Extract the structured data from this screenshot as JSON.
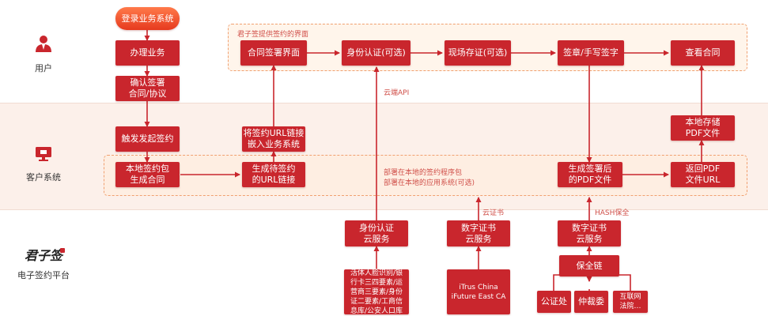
{
  "lanes": {
    "user": "用户",
    "client": "客户系统",
    "platform": "电子签约平台",
    "logo_text": "君子签"
  },
  "notes": {
    "user_group": "君子签提供签约的界面",
    "cloud_api": "云端API",
    "client_group_1": "部署在本地的签约程序包",
    "client_group_2": "部署在本地的应用系统(可选)",
    "cloud_cert": "云证书",
    "hash": "HASH保全"
  },
  "nodes": {
    "login": "登录业务系统",
    "handle": "办理业务",
    "confirm": "确认签署\n合同/协议",
    "trigger": "触发发起签约",
    "local_pkg": "本地签约包\n生成合同",
    "gen_url": "生成待签约\n的URL链接",
    "embed_url": "将签约URL链接\n嵌入业务系统",
    "contract_ui": "合同签署界面",
    "identity": "身份认证(可选)",
    "onsite": "现场存证(可选)",
    "sign": "签章/手写签字",
    "view": "查看合同",
    "signed_pdf": "生成签署后\n的PDF文件",
    "return_pdf": "返回PDF\n文件URL",
    "local_store": "本地存储\nPDF文件",
    "id_cloud": "身份认证\n云服务",
    "cert_cloud_1": "数字证书\n云服务",
    "cert_cloud_2": "数字证书\n云服务",
    "data_sources": "活体人脸识别/银\n行卡三四要素/运\n营商三要素/身份\n证二要素/工商信\n息库/公安人口库",
    "itrus": "iTrus China\niFuture East CA",
    "chain": "保全链",
    "notary": "公证处",
    "arbitration": "仲裁委",
    "court": "互联网\n法院…"
  },
  "colors": {
    "box": "#c9262d",
    "arrow": "#c9262d",
    "note": "#d0504a",
    "lane_band": "#fcf0ea"
  },
  "icons": {
    "user": "user-tie-icon",
    "client": "monitor-icon"
  }
}
